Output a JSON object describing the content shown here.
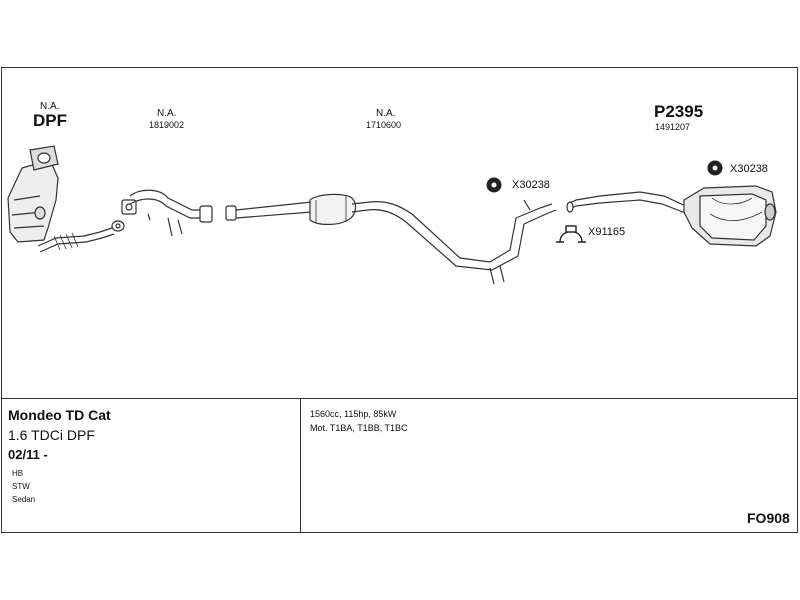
{
  "parts": {
    "dpf": {
      "status": "N.A.",
      "title": "DPF"
    },
    "front_pipe": {
      "status": "N.A.",
      "number": "1819002"
    },
    "centre_pipe": {
      "status": "N.A.",
      "number": "1710600"
    },
    "rear_silencer": {
      "code": "P2395",
      "number": "1491207"
    }
  },
  "accessories": [
    {
      "code": "X30238"
    },
    {
      "code": "X30238"
    },
    {
      "code": "X91165"
    }
  ],
  "vehicle": {
    "model": "Mondeo TD Cat",
    "engine": "1.6 TDCi DPF",
    "year": "02/11 -",
    "body_types": [
      "HB",
      "STW",
      "Sedan"
    ]
  },
  "specs": {
    "line1": "1560cc, 115hp, 85kW",
    "line2": "Mot. T1BA, T1BB, T1BC"
  },
  "diagram_code": "FO908"
}
